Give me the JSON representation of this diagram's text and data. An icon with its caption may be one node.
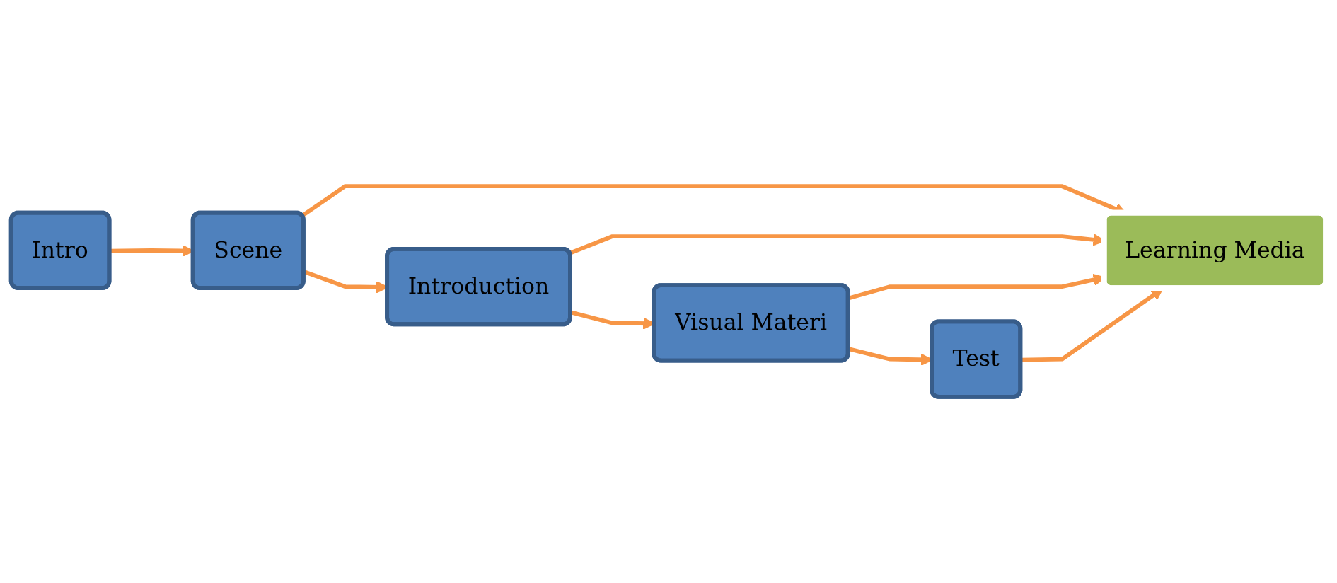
{
  "diagram": {
    "nodes": [
      {
        "text": [
          "Intro"
        ]
      },
      {
        "text": [
          "Scene"
        ]
      },
      {
        "text": [
          "Introduction"
        ]
      },
      {
        "text": [
          "Visual Materi"
        ]
      },
      {
        "text": [
          "Test"
        ]
      },
      {
        "text": [
          "Learning Media"
        ]
      }
    ],
    "edges": [
      {
        "from": 0,
        "to": 1,
        "arrow": "to"
      },
      {
        "from": 1,
        "to": 2,
        "arrow": "to"
      },
      {
        "from": 2,
        "to": 3,
        "arrow": "to"
      },
      {
        "from": 3,
        "to": 4,
        "arrow": "to"
      },
      {
        "from": 1,
        "to": 5,
        "arrow": "to"
      },
      {
        "from": 2,
        "to": 5,
        "arrow": "to"
      },
      {
        "from": 3,
        "to": 5,
        "arrow": "to"
      },
      {
        "from": 4,
        "to": 5,
        "arrow": "to"
      }
    ]
  }
}
